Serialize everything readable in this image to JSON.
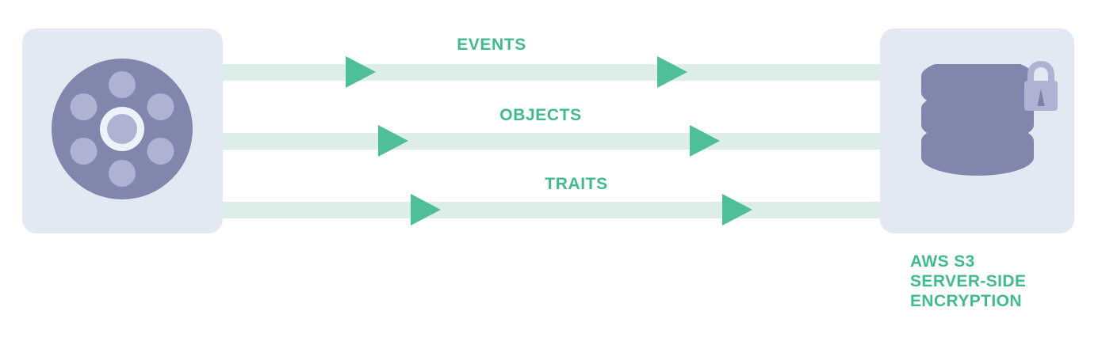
{
  "diagram": {
    "title": "Data flow to AWS S3 server-side encryption",
    "background": "#ffffff",
    "colors": {
      "card_background": "#e3e9f2",
      "accent_green": "#41bb8e",
      "arrow_green": "#4fbf97",
      "band_green": "#ddeee6",
      "icon_purple_dark": "#8186ad",
      "icon_purple_light": "#aeb3d4",
      "icon_highlight": "#eef2f9"
    },
    "source": {
      "name": "source-node",
      "icon": "disc-platter-icon",
      "caption": ""
    },
    "destination": {
      "name": "destination-node",
      "icon": "database-cylinder-icon",
      "badge_icon": "padlock-icon",
      "caption_lines": [
        "AWS S3",
        "SERVER-SIDE",
        "ENCRYPTION"
      ]
    },
    "flows": [
      {
        "id": "events",
        "label": "EVENTS",
        "arrow_count": 2,
        "direction": "left-to-right"
      },
      {
        "id": "objects",
        "label": "OBJECTS",
        "arrow_count": 2,
        "direction": "left-to-right"
      },
      {
        "id": "traits",
        "label": "TRAITS",
        "arrow_count": 2,
        "direction": "left-to-right"
      }
    ]
  }
}
